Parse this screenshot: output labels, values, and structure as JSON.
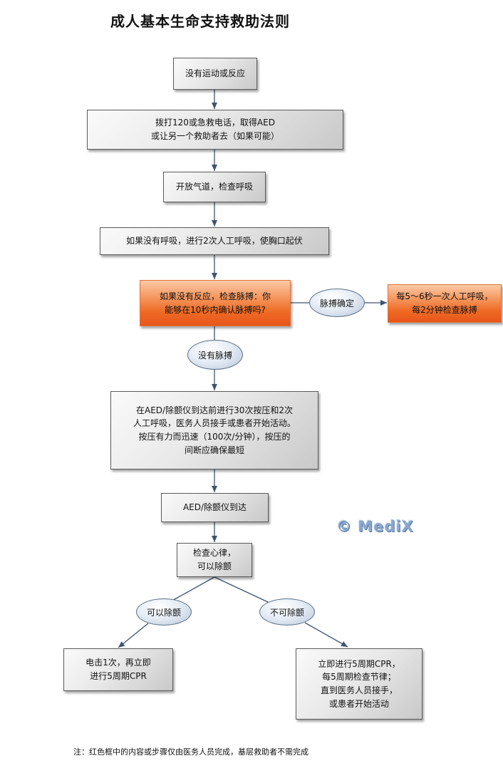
{
  "title": "成人基本生命支持救助法则",
  "nodes": {
    "no_response": "没有运动或反应",
    "call_120": "拨打120或急救电话，取得AED\n或让另一个救助者去（如果可能）",
    "open_airway": "开放气道，检查呼吸",
    "rescue_breaths": "如果没有呼吸，进行2次人工呼吸，使胸口起伏",
    "check_pulse": "如果没有反应，检查脉搏：你\n能够在10秒内确认脉搏吗?",
    "pulse_confirmed_action": "每5～6秒一次人工呼吸，\n每2分钟检查脉搏",
    "cpr": "在AED/除颤仪到达前进行30次按压和2次\n人工呼吸，医务人员接手或患者开始活动。\n按压有力而迅速（100次/分钟），按压的\n间断应确保最短",
    "aed_arrives": "AED/除颤仪到达",
    "check_rhythm": "检查心律，\n可以除颤",
    "shock": "电击1次，再立即\n进行5周期CPR",
    "no_shock": "立即进行5周期CPR，\n每5周期检查节律；\n直到医务人员接手，\n或患者开始活动"
  },
  "decisions": {
    "pulse_confirmed": "脉搏确定",
    "no_pulse": "没有脉搏",
    "shockable": "可以除颤",
    "not_shockable": "不可除颤"
  },
  "watermark": "© MediX",
  "note": "注：红色框中的内容或步骤仅由医务人员完成，基层救助者不需完成",
  "colors": {
    "arrow": "#3d5470",
    "orange": "#ee6a24",
    "ellipse_border": "#5a6f86"
  }
}
